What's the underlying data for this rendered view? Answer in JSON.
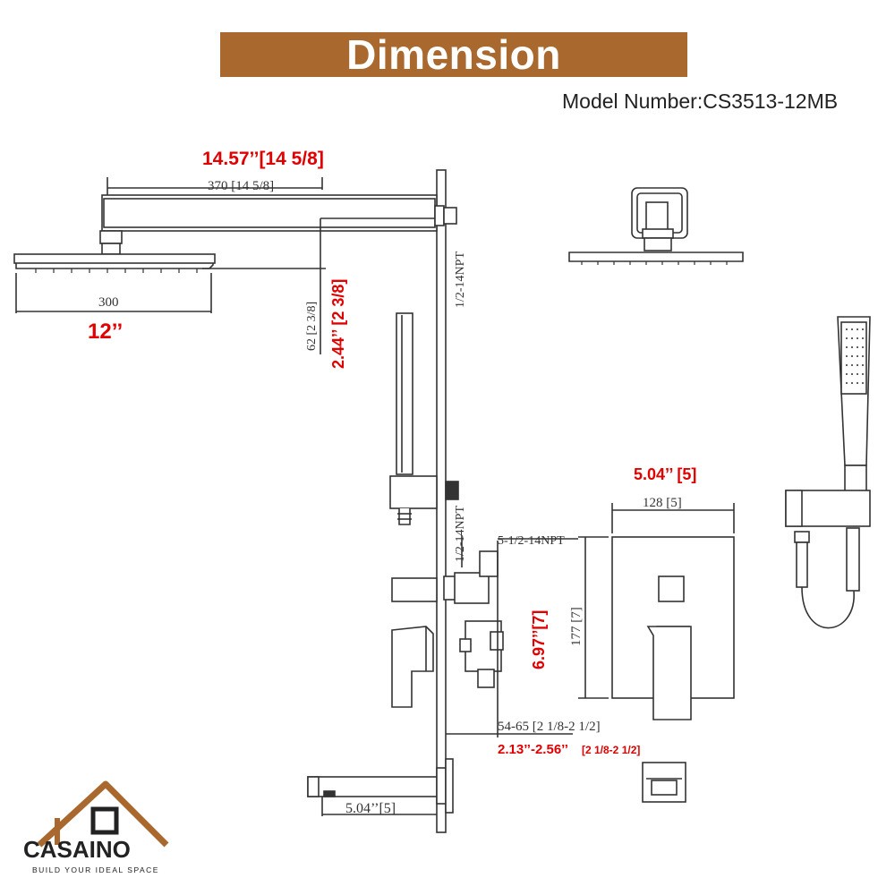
{
  "header": {
    "title": "Dimension",
    "model_number": "Model Number:CS3513-12MB"
  },
  "shower_head": {
    "arm_length_in": "14.57’’[14 5/8]",
    "arm_length_mm": "370 [14 5/8]",
    "head_width_mm": "300",
    "head_width_in": "12’’",
    "drop_mm": "62 [2 3/8]",
    "drop_in": "2.44’’ [2 3/8]",
    "inlet_thread": "1/2-14NPT"
  },
  "valve": {
    "lower_thread": "1/2-14NPT",
    "outlet_thread": "5-1/2-14NPT",
    "plate_width_in": "5.04’’ [5]",
    "plate_width_mm": "128 [5]",
    "plate_height_in": "6.97’’[7]",
    "plate_height_mm": "177 [7]",
    "wall_depth_mm": "54-65 [2 1/8-2 1/2]",
    "wall_depth_in": "2.13’’-2.56’’",
    "wall_depth_frac": "[2 1/8-2  1/2]"
  },
  "spout": {
    "length_in": "5.04’’[5]"
  },
  "logo": {
    "name": "CASAINO",
    "tagline": "BUILD YOUR IDEAL SPACE",
    "brand_color": "#a8682e"
  },
  "colors": {
    "banner": "#a8682e",
    "dimension_red": "#e00000",
    "line": "#333333"
  }
}
